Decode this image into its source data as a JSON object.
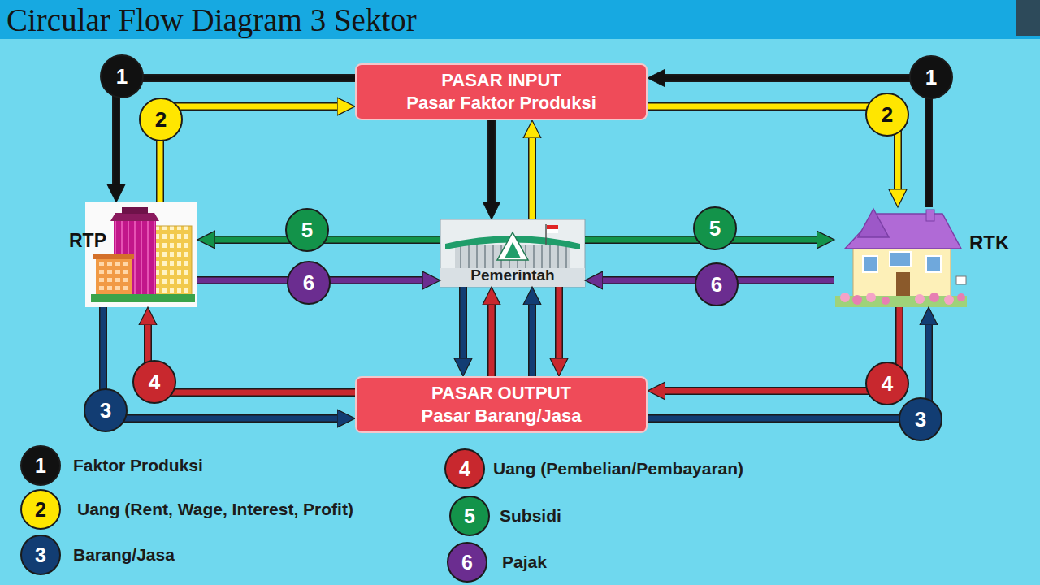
{
  "diagram": {
    "title": "Circular Flow Diagram 3 Sektor",
    "nodes": [
      {
        "text": [
          "PASAR INPUT",
          "Pasar Faktor Produksi"
        ]
      },
      {
        "text": [
          "RTP"
        ]
      },
      {
        "text": [
          "Pemerintah"
        ]
      },
      {
        "text": [
          "RTK"
        ]
      },
      {
        "text": [
          "PASAR OUTPUT",
          "Pasar Barang/Jasa"
        ]
      }
    ],
    "edges": [
      {
        "from": 0,
        "to": 1,
        "arrow": "to",
        "label": "1"
      },
      {
        "from": 1,
        "to": 0,
        "arrow": "to",
        "label": "2"
      },
      {
        "from": 3,
        "to": 0,
        "arrow": "to",
        "label": "1"
      },
      {
        "from": 0,
        "to": 3,
        "arrow": "to",
        "label": "2"
      },
      {
        "from": 0,
        "to": 2,
        "arrow": "to"
      },
      {
        "from": 2,
        "to": 0,
        "arrow": "to"
      },
      {
        "from": 2,
        "to": 1,
        "arrow": "to",
        "label": "5"
      },
      {
        "from": 1,
        "to": 2,
        "arrow": "to",
        "label": "6"
      },
      {
        "from": 2,
        "to": 3,
        "arrow": "to",
        "label": "5"
      },
      {
        "from": 3,
        "to": 2,
        "arrow": "to",
        "label": "6"
      },
      {
        "from": 2,
        "to": 4,
        "arrow": "to"
      },
      {
        "from": 4,
        "to": 2,
        "arrow": "to"
      },
      {
        "from": 4,
        "to": 2,
        "arrow": "to"
      },
      {
        "from": 2,
        "to": 4,
        "arrow": "to"
      },
      {
        "from": 1,
        "to": 4,
        "arrow": "to",
        "label": "3"
      },
      {
        "from": 4,
        "to": 1,
        "arrow": "to",
        "label": "4"
      },
      {
        "from": 3,
        "to": 4,
        "arrow": "to",
        "label": "4"
      },
      {
        "from": 4,
        "to": 3,
        "arrow": "to",
        "label": "3"
      }
    ],
    "labels": [
      "1",
      "2",
      "3",
      "4",
      "5",
      "6"
    ],
    "legend": [
      {
        "text": "Faktor Produksi",
        "color": "#111111"
      },
      {
        "text": "Uang (Rent, Wage, Interest, Profit)",
        "color": "#ffe600"
      },
      {
        "text": "Barang/Jasa",
        "color": "#123d73"
      },
      {
        "text": "Uang (Pembelian/Pembayaran)",
        "color": "#c8282e"
      },
      {
        "text": "Subsidi",
        "color": "#13934a"
      },
      {
        "text": "Pajak",
        "color": "#6b2d90"
      }
    ]
  }
}
